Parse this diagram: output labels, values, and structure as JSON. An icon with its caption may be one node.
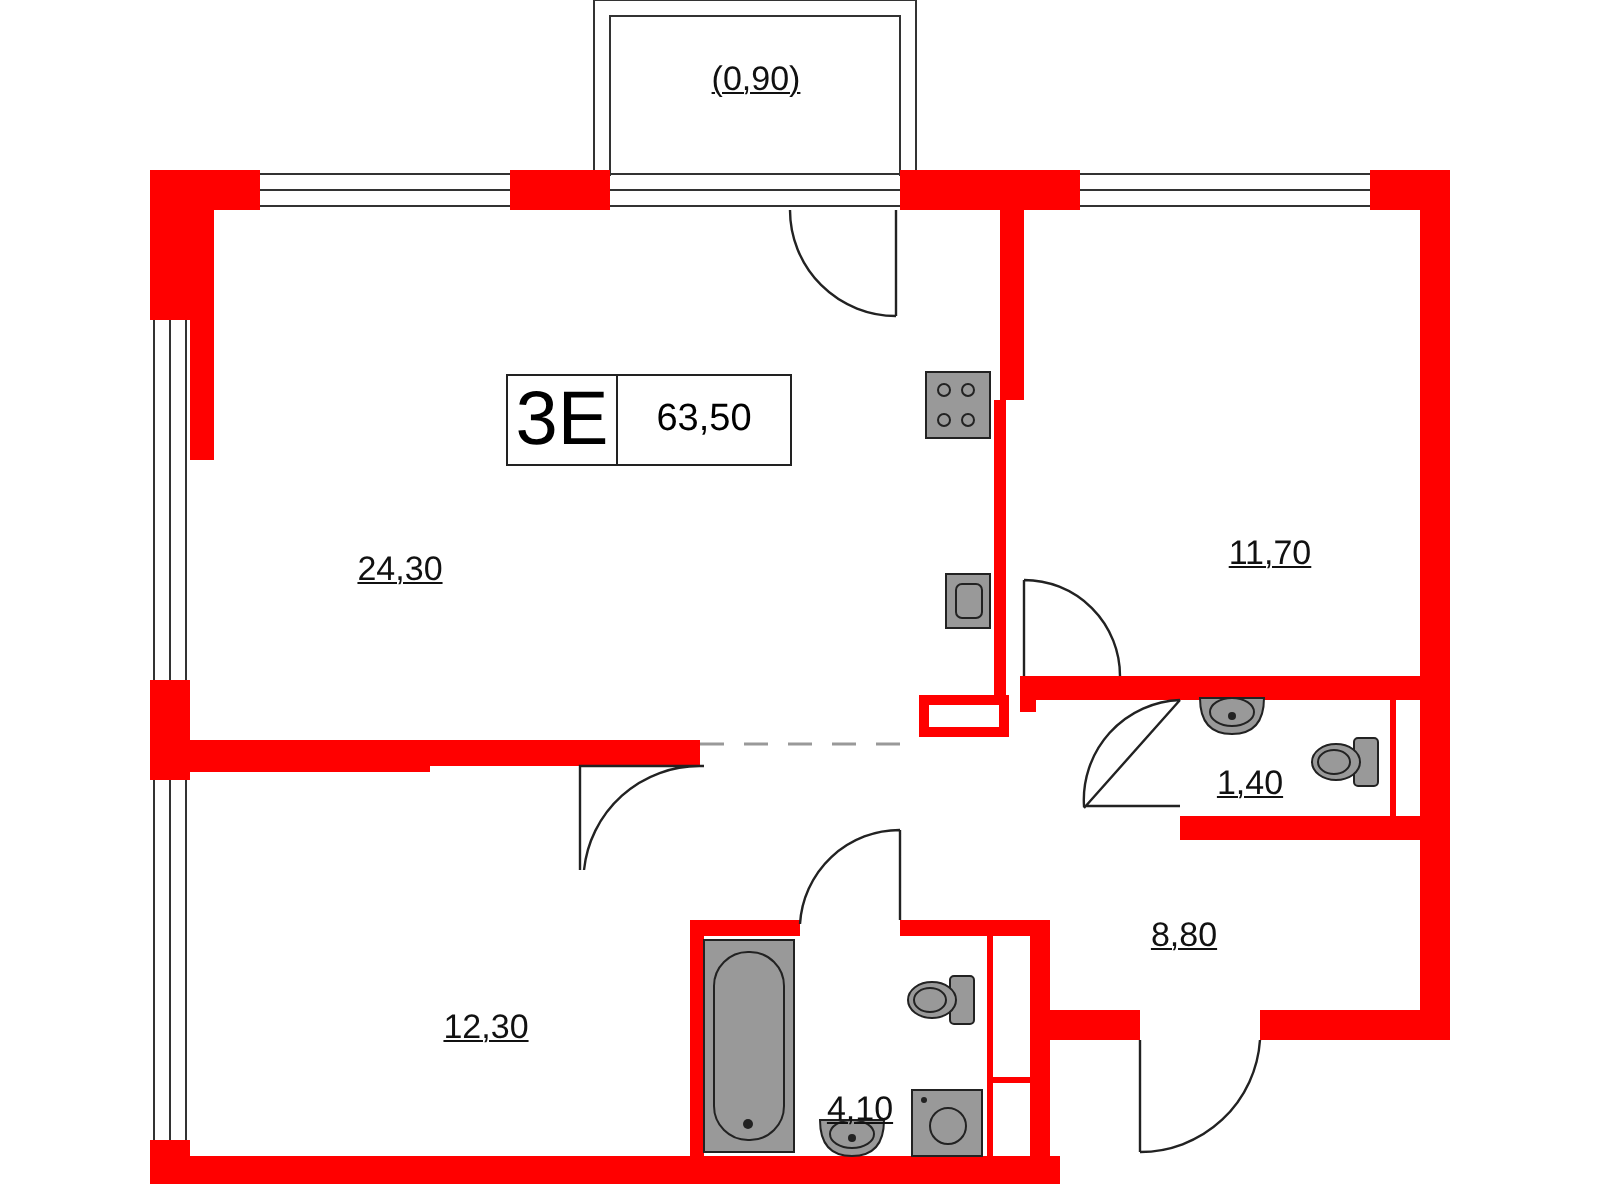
{
  "diagram": {
    "nodes": [
      {
        "text": [
          "3E",
          "63,50"
        ]
      }
    ],
    "labels": [
      "(0,90)",
      "24,30",
      "11,70",
      "1,40",
      "8,80",
      "12,30",
      "4,10"
    ]
  }
}
